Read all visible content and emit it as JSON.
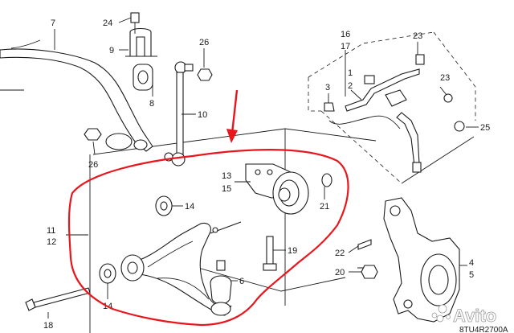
{
  "callouts": {
    "c24": "24",
    "c7": "7",
    "c9": "9",
    "c26a": "26",
    "c8": "8",
    "c10": "10",
    "c26b": "26",
    "c16": "16",
    "c17": "17",
    "c23a": "23",
    "c3": "3",
    "c1": "1",
    "c2": "2",
    "c23b": "23",
    "c25": "25",
    "c13": "13",
    "c15": "15",
    "c21": "21",
    "c14a": "14",
    "c11": "11",
    "c12": "12",
    "c19": "19",
    "c22": "22",
    "c20": "20",
    "c6": "6",
    "c4": "4",
    "c5": "5",
    "c14b": "14",
    "c18": "18"
  },
  "diagram_code": "8TU4R2700A",
  "watermark": {
    "brand": "Avito"
  },
  "colors": {
    "highlight": "#e8161d",
    "ink": "#1a1a1a",
    "watermark": "#9a9a9a"
  }
}
